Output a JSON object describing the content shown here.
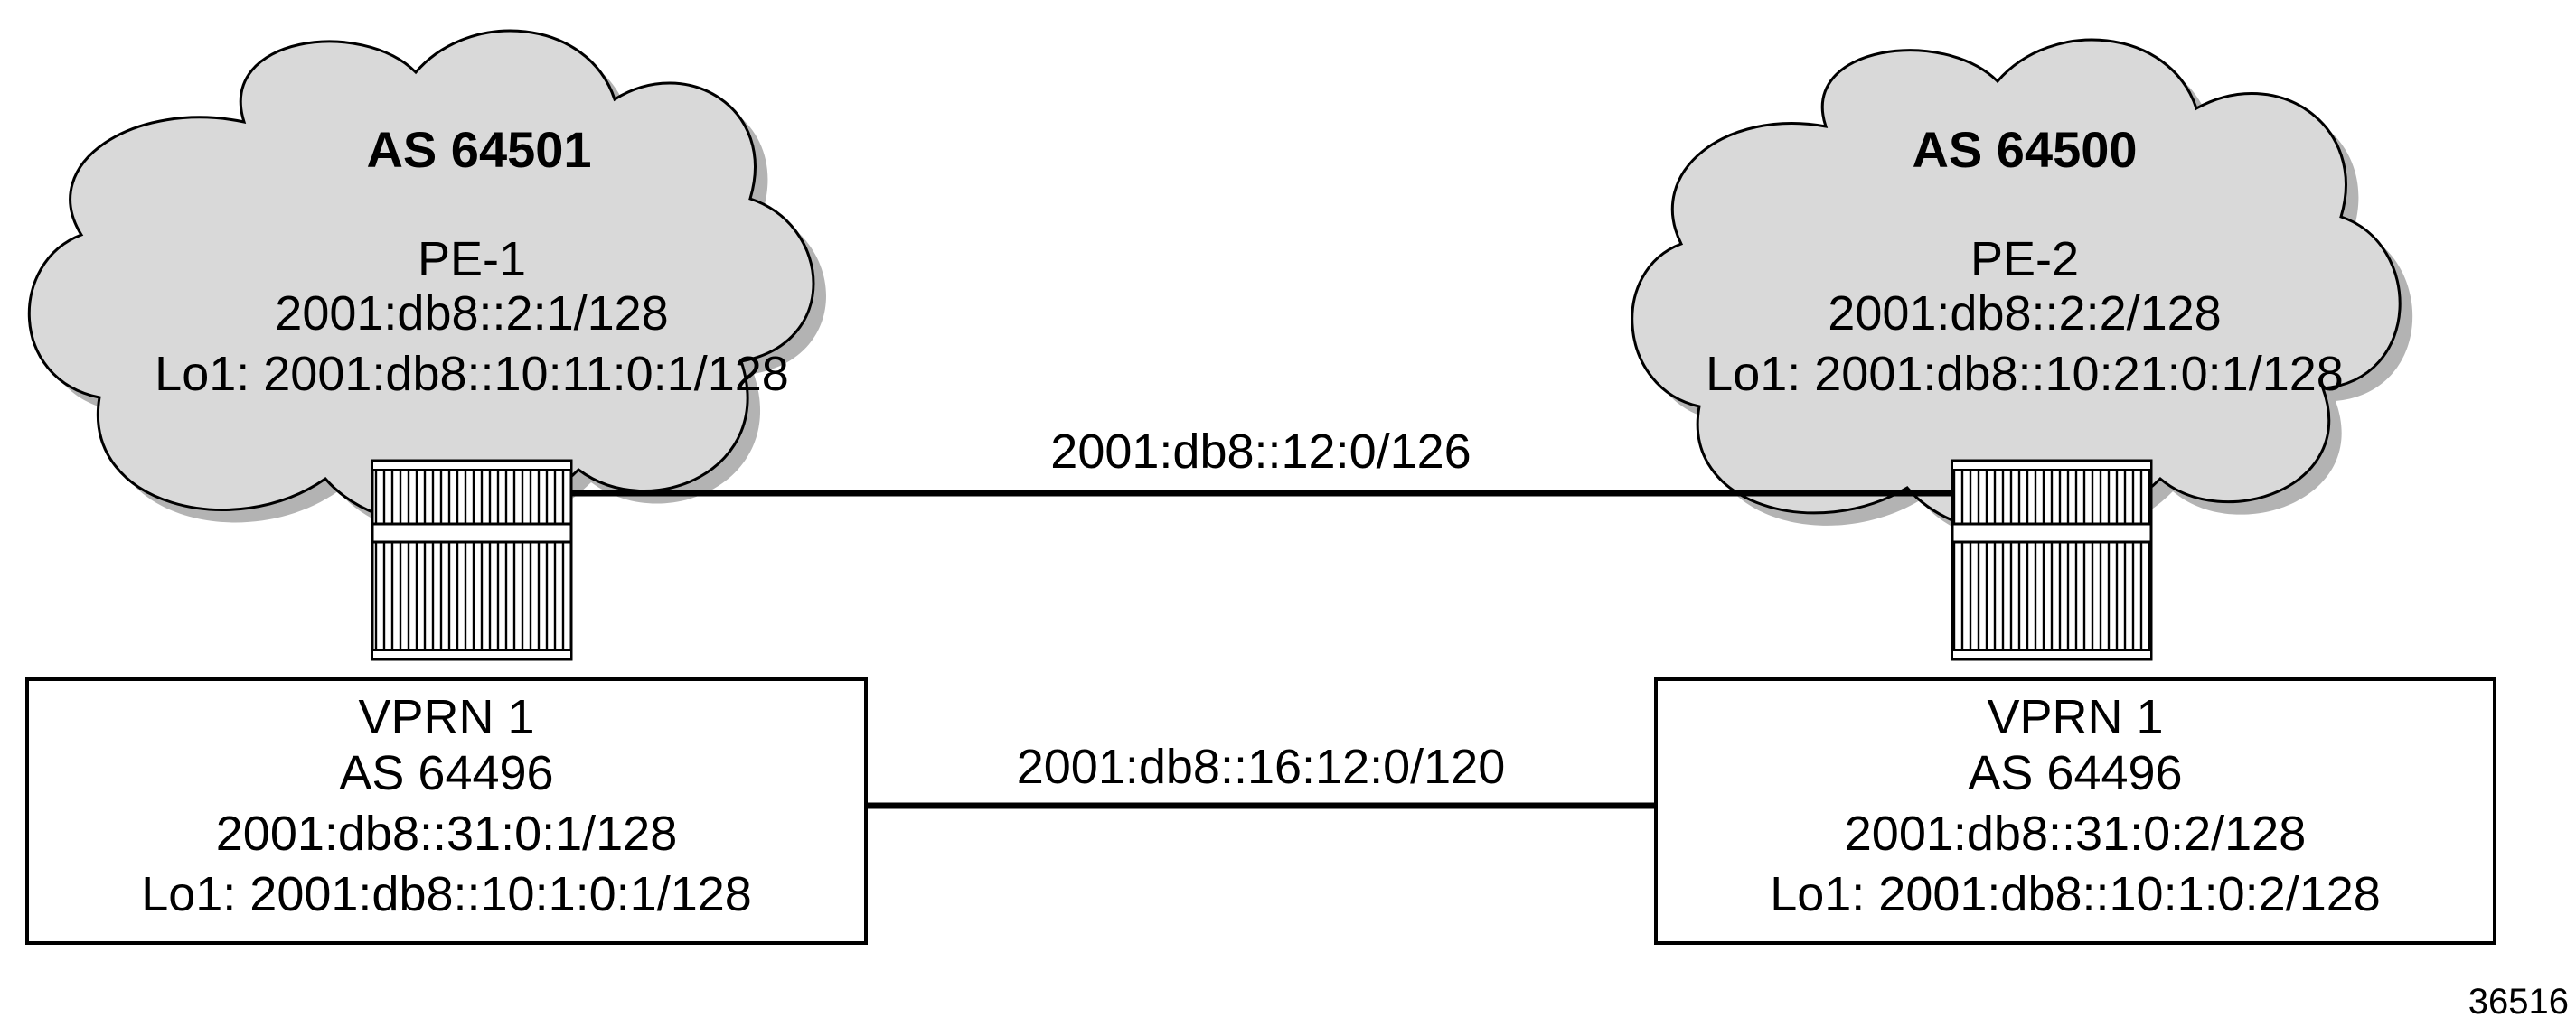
{
  "as_left": {
    "title": "AS 64501",
    "router": "PE-1",
    "address": "2001:db8::2:1/128",
    "loopback": "Lo1: 2001:db8::10:11:0:1/128"
  },
  "as_right": {
    "title": "AS 64500",
    "router": "PE-2",
    "address": "2001:db8::2:2/128",
    "loopback": "Lo1: 2001:db8::10:21:0:1/128"
  },
  "link_pe": {
    "label": "2001:db8::12:0/126"
  },
  "link_vprn": {
    "label": "2001:db8::16:12:0/120"
  },
  "vprn_left": {
    "name": "VPRN 1",
    "as": "AS 64496",
    "address": "2001:db8::31:0:1/128",
    "loopback": "Lo1: 2001:db8::10:1:0:1/128"
  },
  "vprn_right": {
    "name": "VPRN 1",
    "as": "AS 64496",
    "address": "2001:db8::31:0:2/128",
    "loopback": "Lo1: 2001:db8::10:1:0:2/128"
  },
  "figure_id": "36516",
  "colors": {
    "cloud_fill": "#d9d9d9",
    "cloud_shadow": "#b3b3b3",
    "line": "#000000"
  }
}
